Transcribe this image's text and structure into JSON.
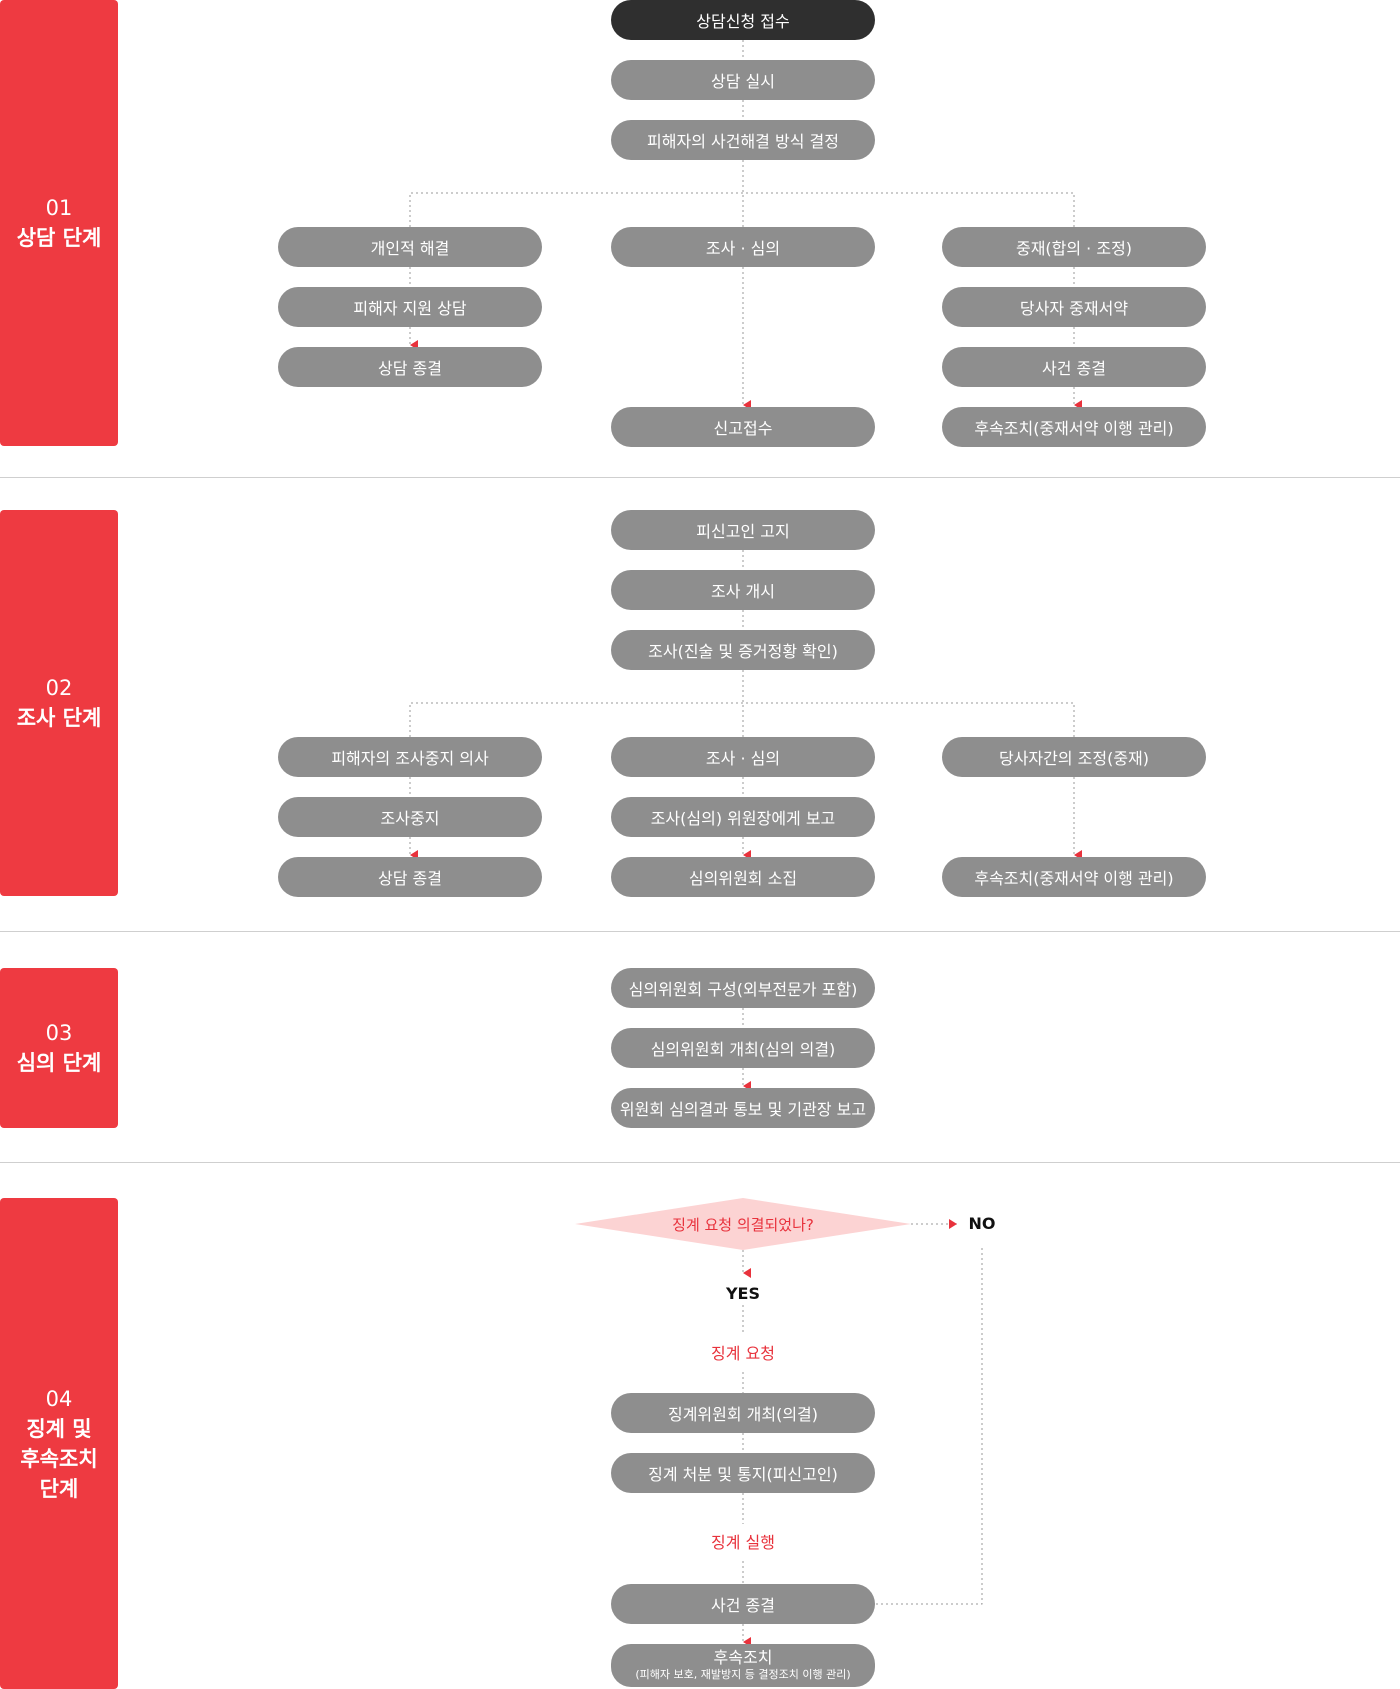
{
  "stages": [
    {
      "num": "01",
      "name": "상담 단계"
    },
    {
      "num": "02",
      "name": "조사 단계"
    },
    {
      "num": "03",
      "name": "심의 단계"
    },
    {
      "num": "04",
      "name": "징계 및\n후속조치\n단계"
    }
  ],
  "stage1": {
    "receive": "상담신청 접수",
    "counsel": "상담 실시",
    "decide": "피해자의 사건해결 방식 결정",
    "personal": "개인적 해결",
    "support": "피해자 지원 상담",
    "close": "상담 종결",
    "investigate": "조사 · 심의",
    "report": "신고접수",
    "mediation": "중재(합의 · 조정)",
    "agreement": "당사자 중재서약",
    "case_close": "사건 종결",
    "followup": "후속조치(중재서약 이행 관리)"
  },
  "stage2": {
    "notice": "피신고인 고지",
    "start": "조사 개시",
    "inquiry": "조사(진술 및 증거정황 확인)",
    "stop_intent": "피해자의 조사중지 의사",
    "stop": "조사중지",
    "close": "상담 종결",
    "review": "조사 · 심의",
    "report_chair": "조사(심의) 위원장에게 보고",
    "convene": "심의위원회 소집",
    "adjust": "당사자간의 조정(중재)",
    "followup": "후속조치(중재서약 이행 관리)"
  },
  "stage3": {
    "compose": "심의위원회 구성(외부전문가 포함)",
    "hold": "심의위원회 개최(심의 의결)",
    "notify": "위원회 심의결과 통보 및 기관장 보고"
  },
  "stage4": {
    "question": "징계 요청 의결되었나?",
    "no": "NO",
    "yes": "YES",
    "request": "징계 요청",
    "discipline_committee": "징계위원회 개최(의결)",
    "disposition": "징계 처분 및 통지(피신고인)",
    "execute": "징계 실행",
    "case_close": "사건 종결",
    "followup_title": "후속조치",
    "followup_detail": "(피해자 보호, 재발방지 등 결정조치 이행 관리)"
  },
  "colors": {
    "accent": "#ee3a41",
    "box": "#8e8e8e",
    "box_dark": "#2f2f2f",
    "diamond": "#fcd3d3"
  }
}
